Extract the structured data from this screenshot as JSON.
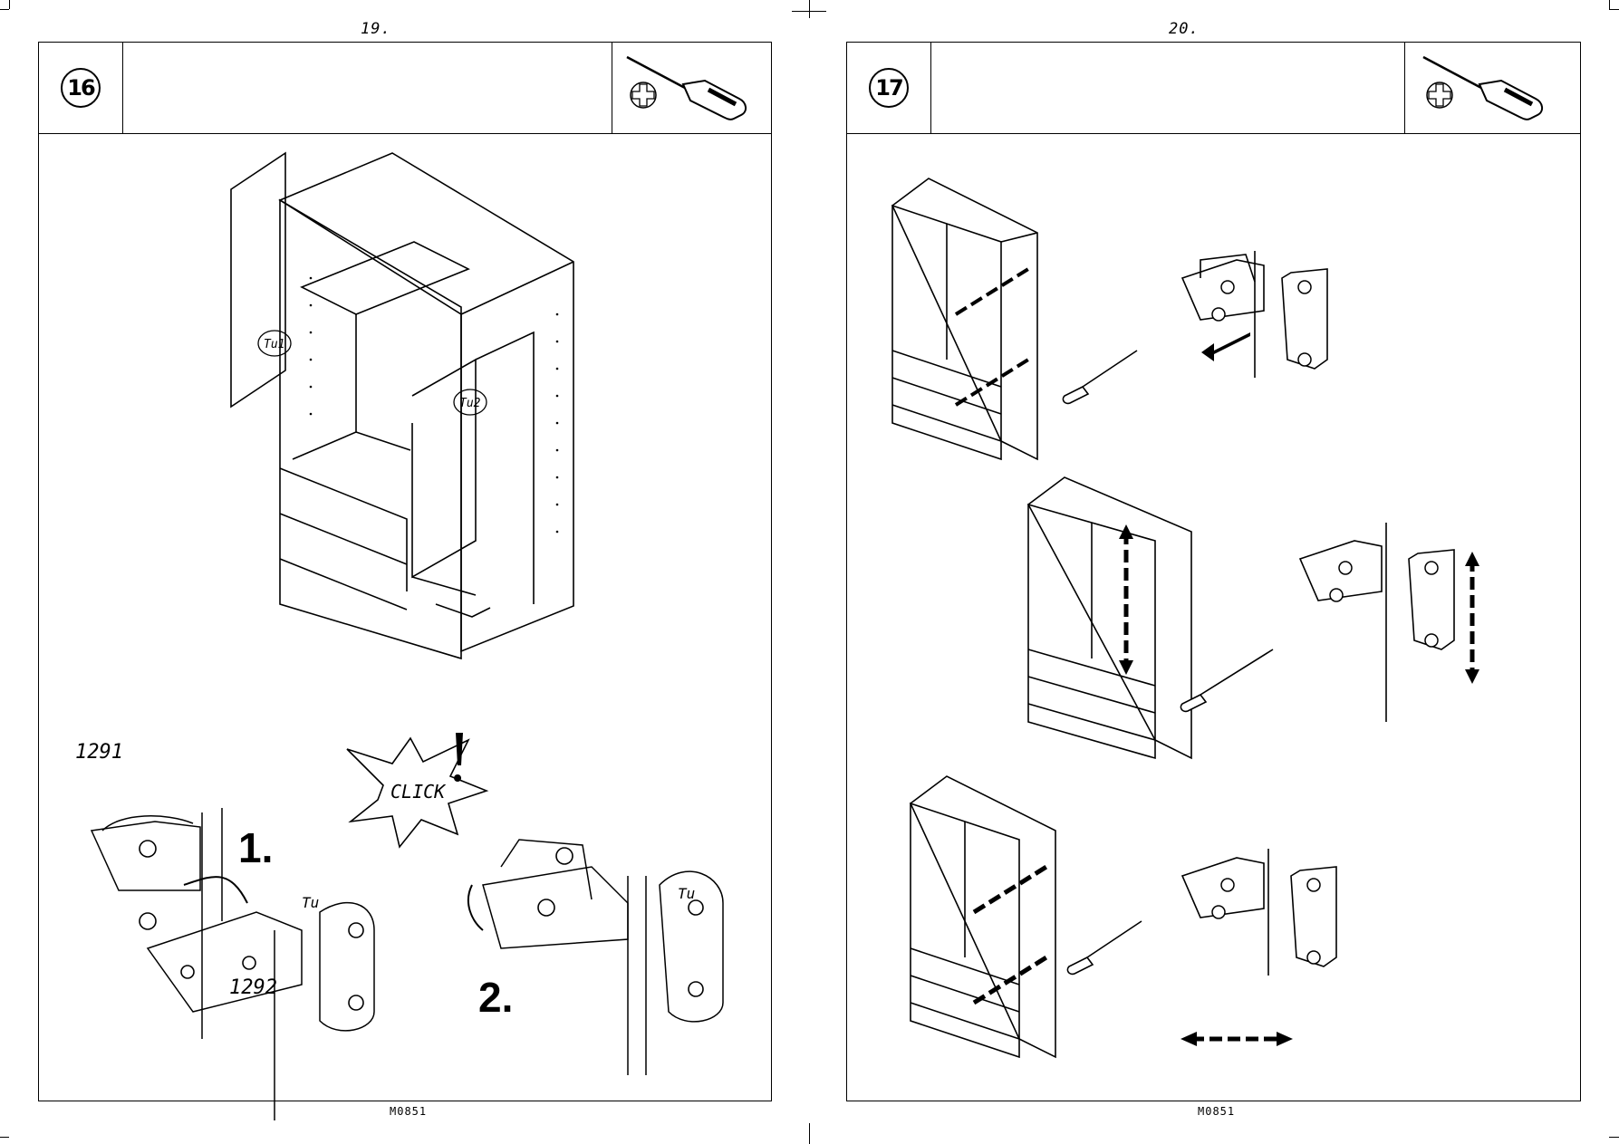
{
  "left_page": {
    "page_number": "19.",
    "step_number": "16",
    "door_labels": [
      "Tu1",
      "Tu2"
    ],
    "hinge_part_labels": [
      "1291",
      "1292"
    ],
    "door_label": "Tu",
    "action_steps": [
      "1.",
      "2."
    ],
    "click_text": "CLICK",
    "footer": "M0851",
    "tool_icons": [
      "phillips-screwdriver-icon",
      "phillips-head-icon"
    ]
  },
  "right_page": {
    "page_number": "20.",
    "step_number": "17",
    "footer": "M0851",
    "tool_icons": [
      "phillips-screwdriver-icon",
      "phillips-head-icon"
    ]
  }
}
